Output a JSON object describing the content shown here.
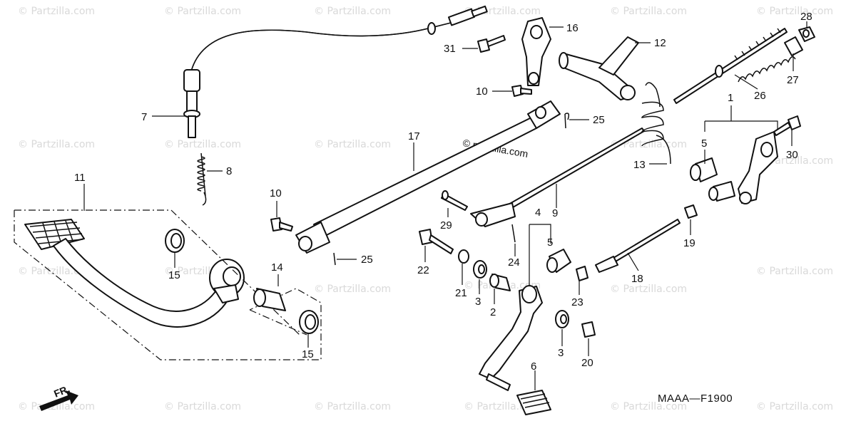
{
  "watermark": "© Partzilla.com",
  "center_watermark": "© partzilla.com",
  "diagram_code": "MAAA—F1900",
  "front_marker": "FR.",
  "callouts": {
    "c1": "1",
    "c2": "2",
    "c3a": "3",
    "c3b": "3",
    "c4": "4",
    "c5a": "5",
    "c5b": "5",
    "c6": "6",
    "c7": "7",
    "c8": "8",
    "c9": "9",
    "c10a": "10",
    "c10b": "10",
    "c11": "11",
    "c12": "12",
    "c13": "13",
    "c14": "14",
    "c15a": "15",
    "c15b": "15",
    "c16": "16",
    "c17": "17",
    "c18": "18",
    "c19": "19",
    "c20": "20",
    "c21": "21",
    "c22": "22",
    "c23": "23",
    "c24": "24",
    "c25a": "25",
    "c25b": "25",
    "c26": "26",
    "c27": "27",
    "c28": "28",
    "c29": "29",
    "c30": "30",
    "c31": "31"
  }
}
